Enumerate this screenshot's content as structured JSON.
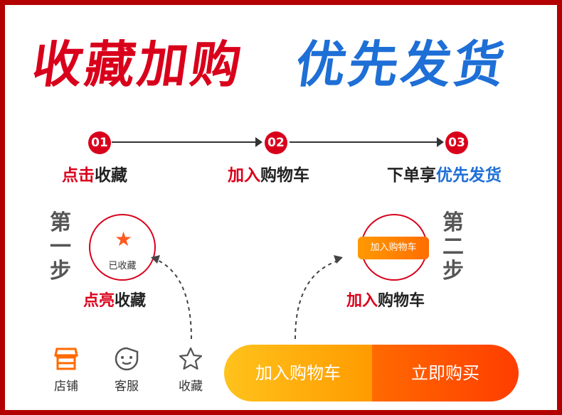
{
  "title_left": "收藏加购",
  "title_right": "优先发货",
  "steps": [
    {
      "num": "01",
      "label_highlight": "点击",
      "label_rest": "收藏"
    },
    {
      "num": "02",
      "label_highlight": "加入",
      "label_rest": "购物车"
    },
    {
      "num": "03",
      "label_prefix": "下单享",
      "label_highlight": "优先发货"
    }
  ],
  "step_one": {
    "side_text": "第一步",
    "circle_text": "已收藏",
    "caption_highlight": "点亮",
    "caption_rest": "收藏"
  },
  "step_two": {
    "side_text": "第二步",
    "pill_text": "加入购物车",
    "caption_highlight": "加入",
    "caption_rest": "购物车"
  },
  "bottom_icons": [
    {
      "name": "shop-icon",
      "label": "店铺"
    },
    {
      "name": "customer-service-icon",
      "label": "客服"
    },
    {
      "name": "star-icon",
      "label": "收藏"
    }
  ],
  "buttons": {
    "add_to_cart": "加入购物车",
    "buy_now": "立即购买"
  },
  "colors": {
    "red": "#d9001b",
    "blue": "#1e6fd6",
    "orange": "#ff6a00"
  }
}
